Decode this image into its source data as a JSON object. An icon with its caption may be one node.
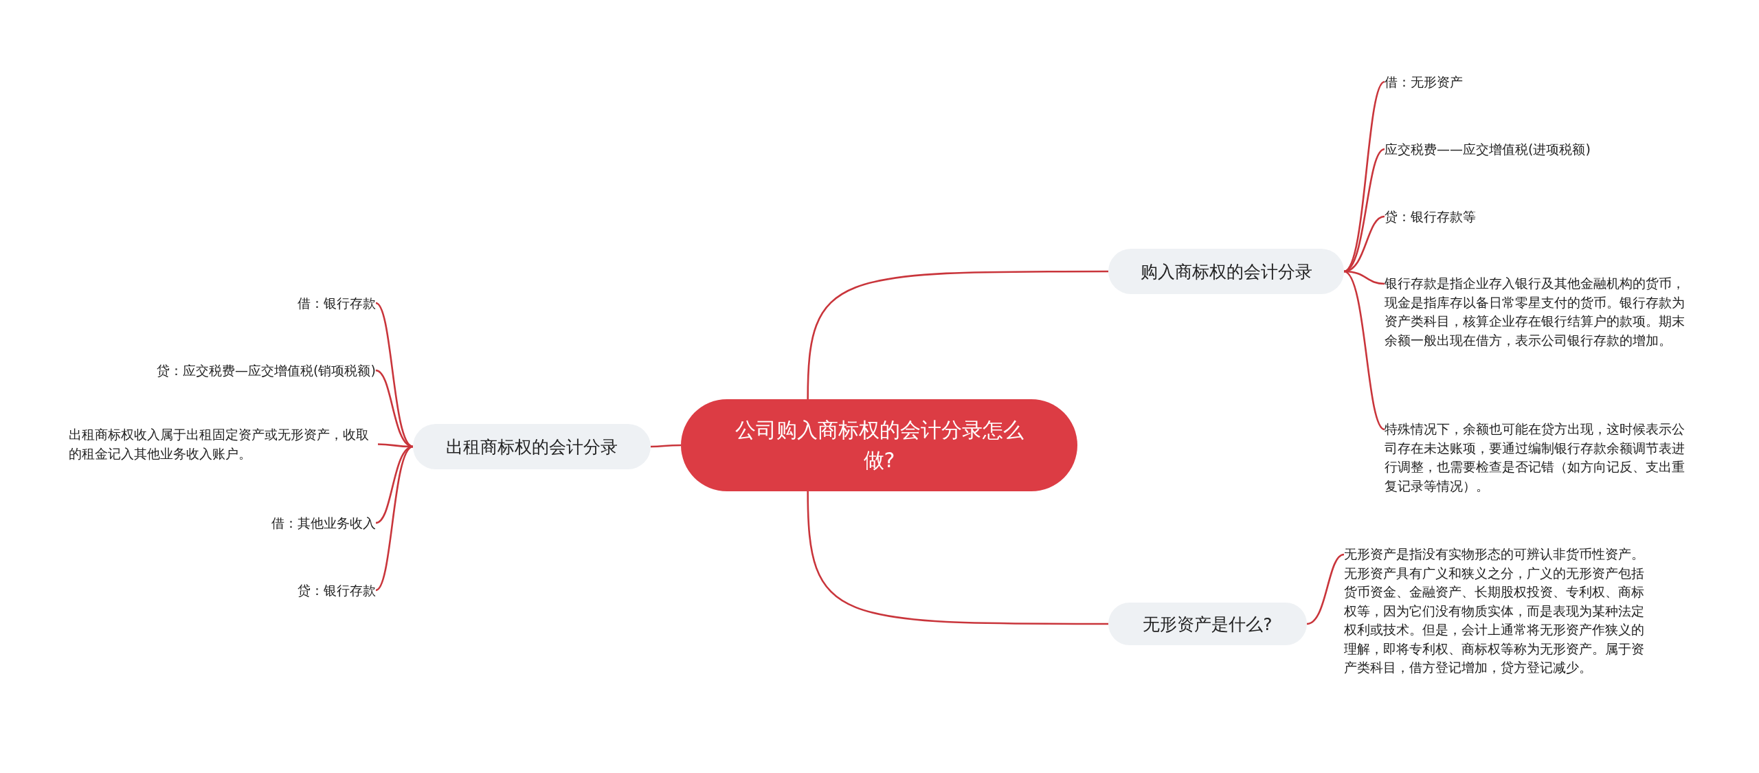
{
  "diagram": {
    "nodes": [
      {
        "text": [
          "公司购入商标权的会计分录怎么做?"
        ]
      },
      {
        "text": [
          "购入商标权的会计分录"
        ]
      },
      {
        "text": [
          "借：无形资产"
        ]
      },
      {
        "text": [
          "应交税费——应交增值税(进项税额)"
        ]
      },
      {
        "text": [
          "贷：银行存款等"
        ]
      },
      {
        "text": [
          "银行存款是指企业存入银行及其他金融机构的货币，现金是指库存以备日常零星支付的货币。银行存款为资产类科目，核算企业存在银行结算户的款项。期末余额一般出现在借方，表示公司银行存款的增加。"
        ]
      },
      {
        "text": [
          "特殊情况下，余额也可能在贷方出现，这时候表示公司存在未达账项，要通过编制银行存款余额调节表进行调整，也需要检查是否记错（如方向记反、支出重复记录等情况）。"
        ]
      },
      {
        "text": [
          "无形资产是什么?"
        ]
      },
      {
        "text": [
          "无形资产是指没有实物形态的可辨认非货币性资产。无形资产具有广义和狭义之分，广义的无形资产包括货币资金、金融资产、长期股权投资、专利权、商标权等，因为它们没有物质实体，而是表现为某种法定权利或技术。但是，会计上通常将无形资产作狭义的理解，即将专利权、商标权等称为无形资产。属于资产类科目，借方登记增加，贷方登记减少。"
        ]
      },
      {
        "text": [
          "出租商标权的会计分录"
        ]
      },
      {
        "text": [
          "借：银行存款"
        ]
      },
      {
        "text": [
          "贷：应交税费—应交增值税(销项税额)"
        ]
      },
      {
        "text": [
          "出租商标权收入属于出租固定资产或无形资产，收取的租金记入其他业务收入账户。"
        ]
      },
      {
        "text": [
          "借：其他业务收入"
        ]
      },
      {
        "text": [
          "贷：银行存款"
        ]
      }
    ],
    "edges": [
      {
        "from": 0,
        "to": 1,
        "arrow": "none"
      },
      {
        "from": 1,
        "to": 2,
        "arrow": "none"
      },
      {
        "from": 1,
        "to": 3,
        "arrow": "none"
      },
      {
        "from": 1,
        "to": 4,
        "arrow": "none"
      },
      {
        "from": 1,
        "to": 5,
        "arrow": "none"
      },
      {
        "from": 1,
        "to": 6,
        "arrow": "none"
      },
      {
        "from": 0,
        "to": 7,
        "arrow": "none"
      },
      {
        "from": 7,
        "to": 8,
        "arrow": "none"
      },
      {
        "from": 0,
        "to": 9,
        "arrow": "none"
      },
      {
        "from": 9,
        "to": 10,
        "arrow": "none"
      },
      {
        "from": 9,
        "to": 11,
        "arrow": "none"
      },
      {
        "from": 9,
        "to": 12,
        "arrow": "none"
      },
      {
        "from": 9,
        "to": 13,
        "arrow": "none"
      },
      {
        "from": 9,
        "to": 14,
        "arrow": "none"
      }
    ]
  }
}
